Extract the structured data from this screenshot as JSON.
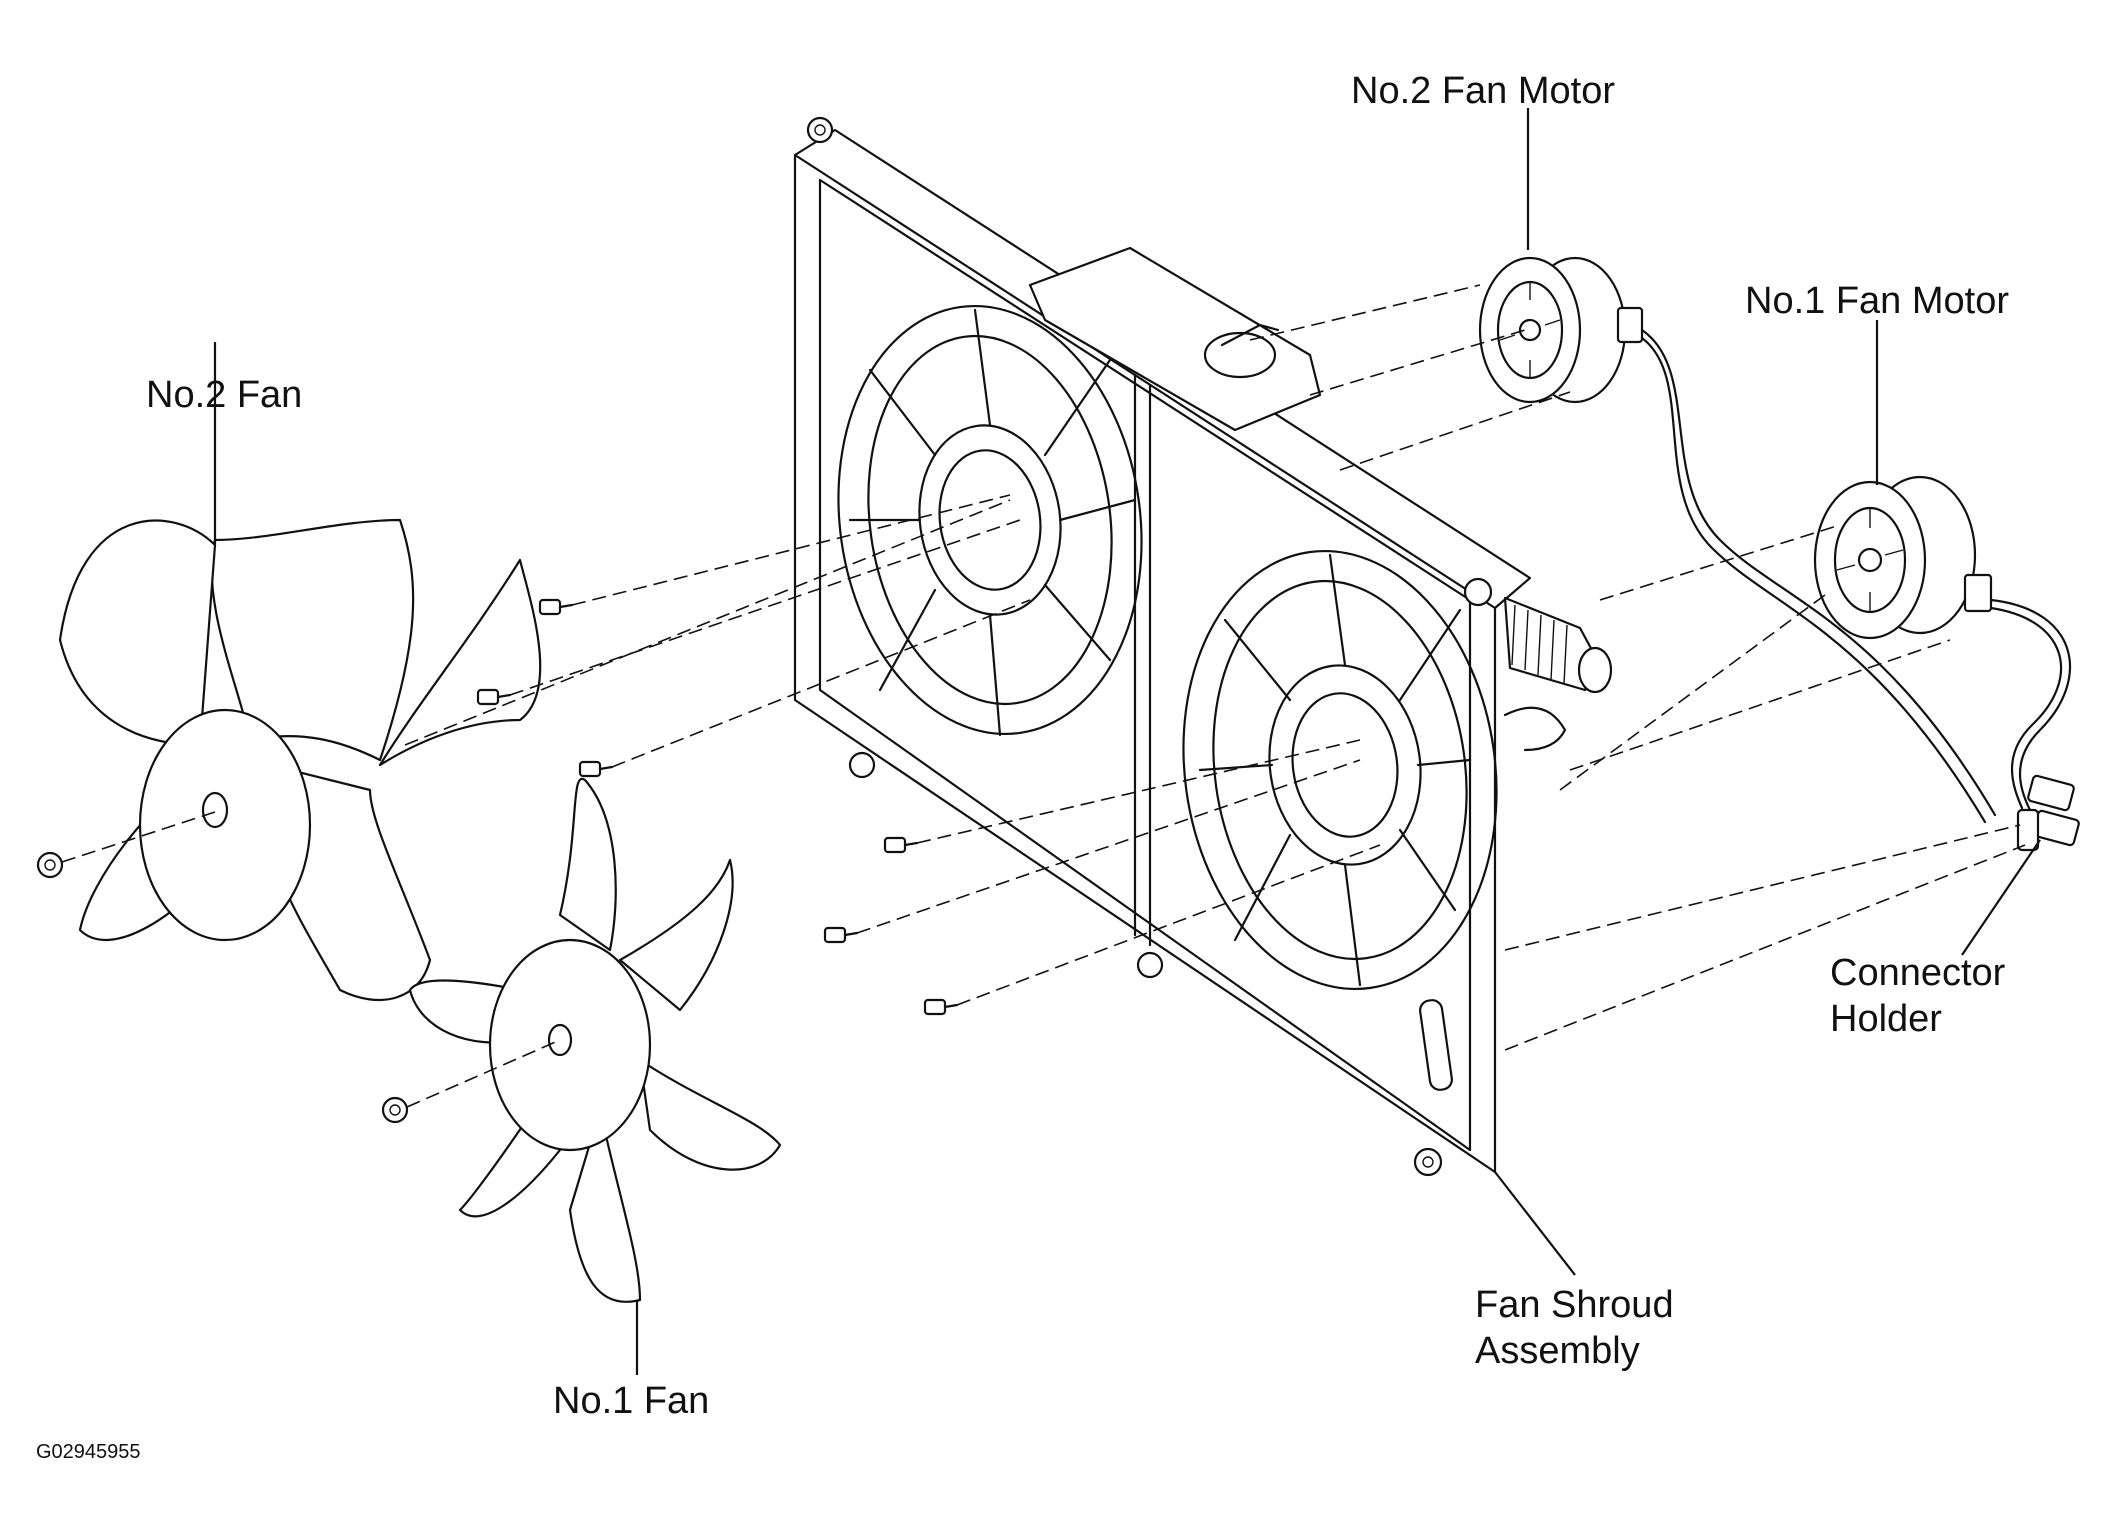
{
  "labels": {
    "no2_fan_motor": "No.2 Fan Motor",
    "no1_fan_motor": "No.1 Fan Motor",
    "no2_fan": "No.2 Fan",
    "no1_fan": "No.1 Fan",
    "connector_holder_line1": "Connector",
    "connector_holder_line2": "Holder",
    "fan_shroud_line1": "Fan Shroud",
    "fan_shroud_line2": "Assembly"
  },
  "figure_code": "G02945955",
  "colors": {
    "line": "#111111",
    "background": "#ffffff"
  }
}
